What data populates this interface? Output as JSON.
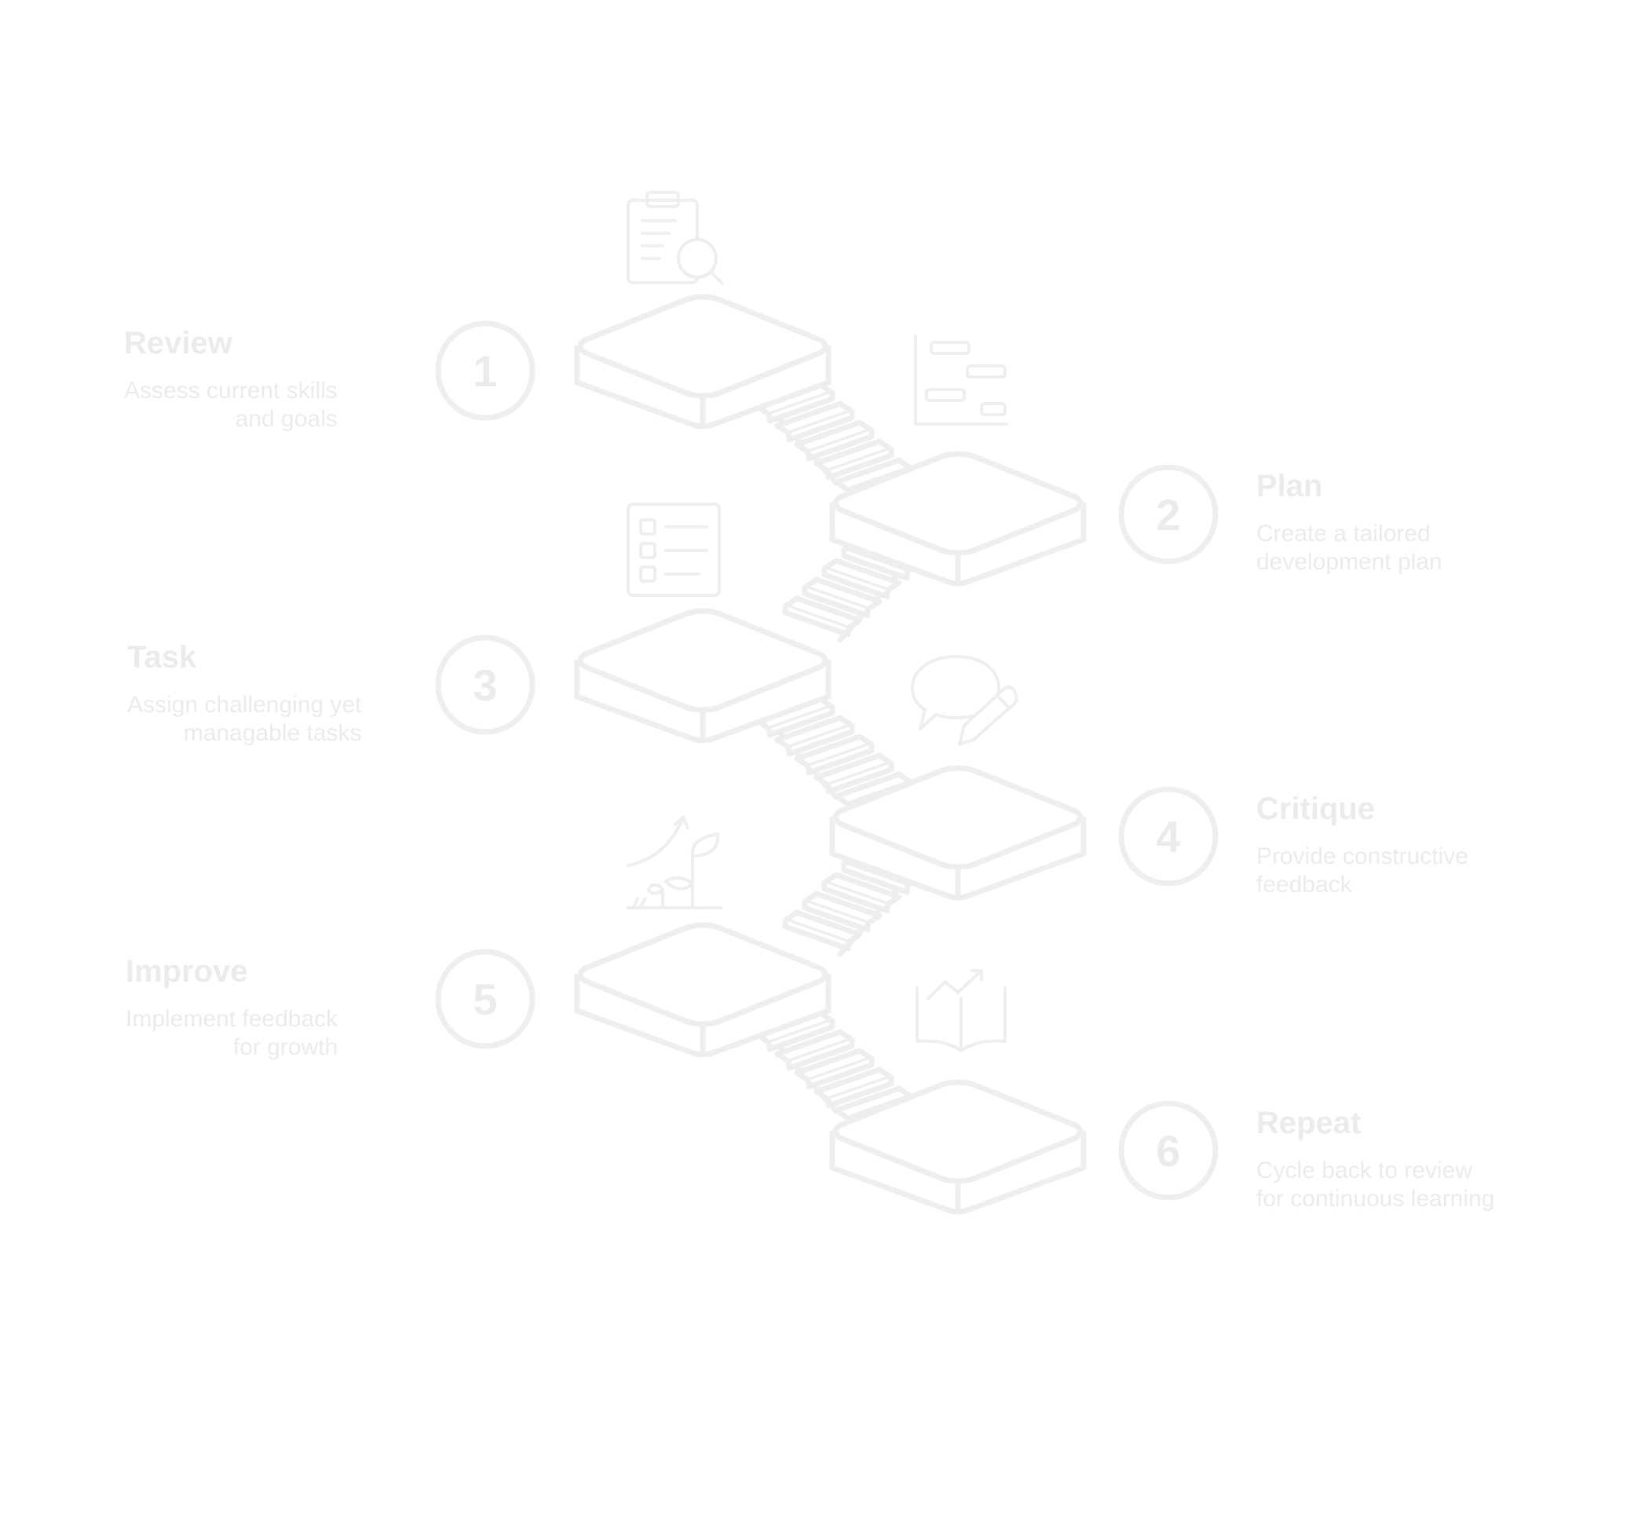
{
  "steps": [
    {
      "number": "1",
      "title": "Review",
      "desc_line1": "Assess current skills",
      "desc_line2": "and goals",
      "icon": "clipboard-search-icon"
    },
    {
      "number": "2",
      "title": "Plan",
      "desc_line1": "Create a tailored",
      "desc_line2": "development plan",
      "icon": "gantt-chart-icon"
    },
    {
      "number": "3",
      "title": "Task",
      "desc_line1": "Assign challenging yet",
      "desc_line2": "managable tasks",
      "icon": "checklist-icon"
    },
    {
      "number": "4",
      "title": "Critique",
      "desc_line1": "Provide constructive",
      "desc_line2": "feedback",
      "icon": "speech-bubble-pencil-icon"
    },
    {
      "number": "5",
      "title": "Improve",
      "desc_line1": "Implement feedback",
      "desc_line2": "for growth",
      "icon": "growing-plant-icon"
    },
    {
      "number": "6",
      "title": "Repeat",
      "desc_line1": "Cycle back to review",
      "desc_line2": "for continuous learning",
      "icon": "open-book-chart-icon"
    }
  ],
  "colors": {
    "line": "#eeeeee",
    "text": "#ebebeb",
    "background": "#ffffff"
  }
}
